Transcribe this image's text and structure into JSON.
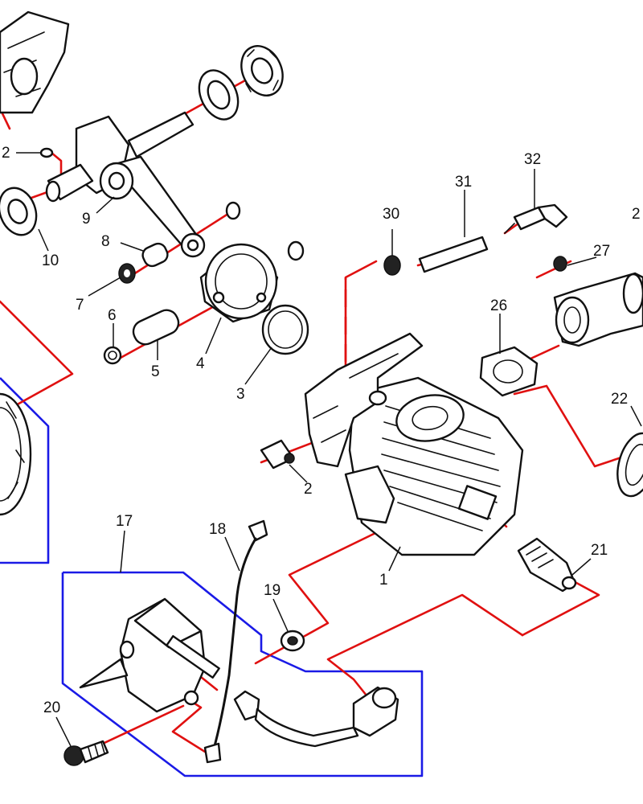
{
  "callouts": {
    "p1": "1",
    "p2a": "2",
    "p2b": "2",
    "p3": "3",
    "p4": "4",
    "p5": "5",
    "p6": "6",
    "p7": "7",
    "p8": "8",
    "p9": "9",
    "p10": "10",
    "p17": "17",
    "p18": "18",
    "p19": "19",
    "p20": "20",
    "p21": "21",
    "p22": "22",
    "p26": "26",
    "p27": "27",
    "p28": "2",
    "p30": "30",
    "p31": "31",
    "p32": "32"
  },
  "colors": {
    "assembly_line": "#e01010",
    "group_outline": "#1a1ae6",
    "line_art": "#111111"
  }
}
